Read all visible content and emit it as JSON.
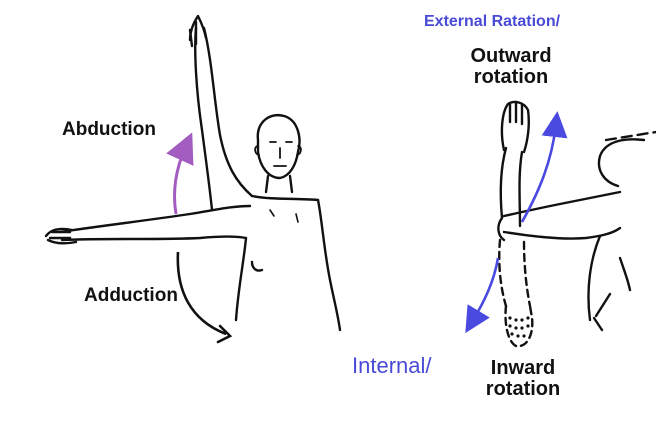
{
  "labels": {
    "abduction": "Abduction",
    "adduction": "Adduction",
    "external": "External Ratation/",
    "outward_line1": "Outward",
    "outward_line2": "rotation",
    "internal": "Internal/",
    "inward_line1": "Inward",
    "inward_line2": "rotation"
  },
  "colors": {
    "ink": "#111111",
    "abduction_arrow": "#a35cc0",
    "rotation_arrow": "#4a4ae0",
    "label_blue": "#4a4ad8"
  },
  "icons": {
    "left_figure": "arm-abduction-figure",
    "right_figure": "arm-rotation-figure"
  }
}
